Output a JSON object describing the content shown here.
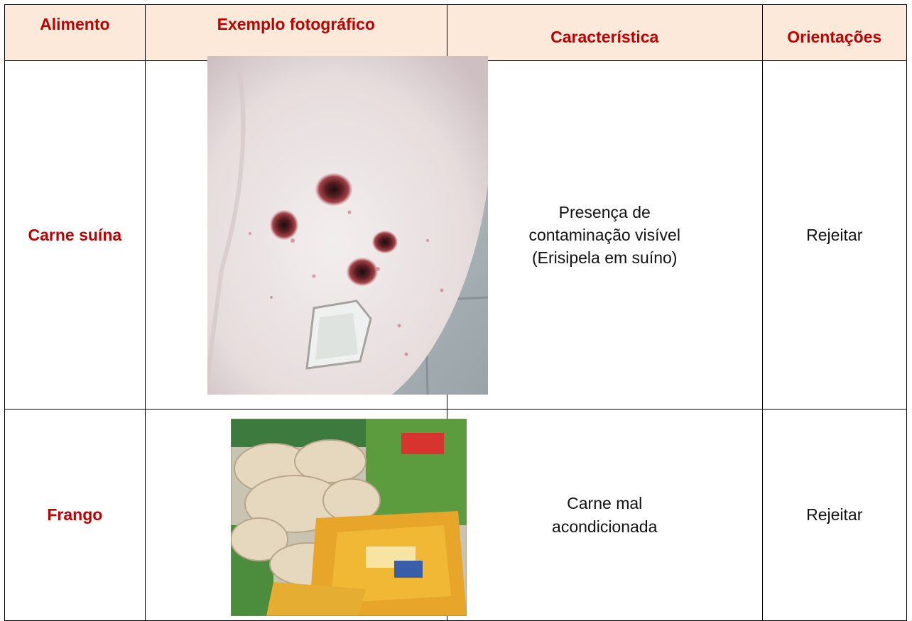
{
  "table": {
    "headers": {
      "food": "Alimento",
      "photo": "Exemplo fotográfico",
      "characteristic": "Característica",
      "guidance": "Orientações"
    },
    "rows": [
      {
        "food": "Carne suína",
        "photo_icon": "pork-skin-lesions-photo",
        "characteristic_lines": [
          "Presença de",
          "contaminação visível",
          "(Erisipela em suíno)"
        ],
        "guidance": "Rejeitar"
      },
      {
        "food": "Frango",
        "photo_icon": "chicken-packages-photo",
        "characteristic_lines": [
          "Carne mal",
          "acondicionada"
        ],
        "guidance": "Rejeitar"
      }
    ]
  },
  "colors": {
    "header_background": "#fde9d9",
    "header_text": "#c00000",
    "food_name_text": "#c00000"
  }
}
